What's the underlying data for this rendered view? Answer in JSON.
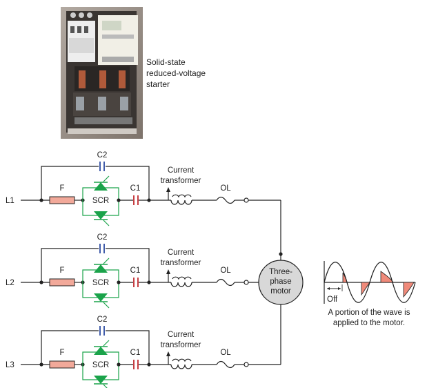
{
  "photo_caption": [
    "Solid-state",
    "reduced-voltage",
    "starter"
  ],
  "lines": [
    {
      "input": "L1",
      "bypass_cap": "C2",
      "fuse": "F",
      "scr": "SCR",
      "cap": "C1",
      "ct": [
        "Current",
        "transformer"
      ],
      "overload": "OL"
    },
    {
      "input": "L2",
      "bypass_cap": "C2",
      "fuse": "F",
      "scr": "SCR",
      "cap": "C1",
      "ct": [
        "Current",
        "transformer"
      ],
      "overload": "OL"
    },
    {
      "input": "L3",
      "bypass_cap": "C2",
      "fuse": "F",
      "scr": "SCR",
      "cap": "C1",
      "ct": [
        "Current",
        "transformer"
      ],
      "overload": "OL"
    }
  ],
  "motor": [
    "Three-",
    "phase",
    "motor"
  ],
  "waveform": {
    "off_label": "Off",
    "caption": [
      "A portion of the wave is",
      "applied to the motor."
    ]
  },
  "colors": {
    "scr": "#1aa34a",
    "c1": "#c0282d",
    "c2": "#2b4aa0",
    "fuse_fill": "#f2a99a",
    "wave_fill": "#f08a7a",
    "motor_fill": "#d8d8d8"
  }
}
